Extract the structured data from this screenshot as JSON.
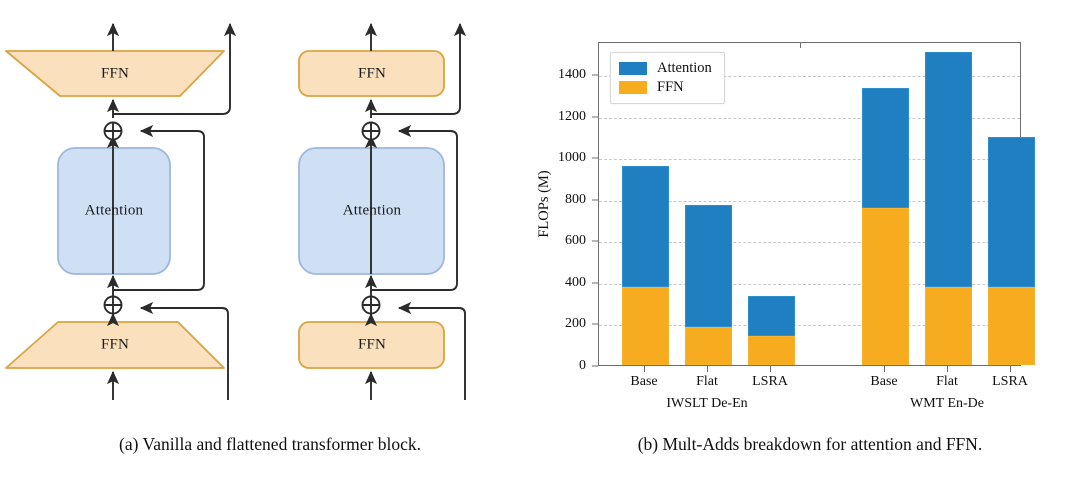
{
  "figure": {
    "caption_a": "(a) Vanilla and flattened transformer block.",
    "caption_b": "(b) Mult-Adds breakdown for attention and FFN."
  },
  "diagram": {
    "vanilla": {
      "name": "Vanilla transformer block",
      "top_ffn_label": "FFN",
      "attention_label": "Attention",
      "bottom_ffn_label": "FFN",
      "add_symbol": "⊕"
    },
    "flattened": {
      "name": "Flattened transformer block",
      "top_ffn_label": "FFN",
      "attention_label": "Attention",
      "bottom_ffn_label": "FFN",
      "add_symbol": "⊕"
    },
    "colors": {
      "ffn_fill": "#fbe0bd",
      "ffn_stroke": "#d9a441",
      "attention_fill": "#cfe0f5",
      "attention_stroke": "#9bb8dd",
      "arrow": "#2b2b2b"
    }
  },
  "chart_data": {
    "type": "bar",
    "subtype": "stacked",
    "title": "",
    "xlabel": "",
    "ylabel": "FLOPs (M)",
    "ylim": [
      0,
      1560
    ],
    "yticks": [
      0,
      200,
      400,
      600,
      800,
      1000,
      1200,
      1400
    ],
    "ytick_labels": [
      "0",
      "200",
      "400",
      "600",
      "800",
      "1000",
      "1200",
      "1400"
    ],
    "grid": true,
    "grid_axis": "y",
    "legend": {
      "position": "upper left",
      "entries": [
        {
          "name": "Attention",
          "color": "#1f7fc0"
        },
        {
          "name": "FFN",
          "color": "#f7ac20"
        }
      ]
    },
    "groups": [
      {
        "name": "IWSLT De-En",
        "categories": [
          "Base",
          "Flat",
          "LSRA"
        ]
      },
      {
        "name": "WMT En-De",
        "categories": [
          "Base",
          "Flat",
          "LSRA"
        ]
      }
    ],
    "categories": [
      "Base",
      "Flat",
      "LSRA",
      "Base",
      "Flat",
      "LSRA"
    ],
    "series": [
      {
        "name": "FFN",
        "values": [
          375,
          185,
          140,
          755,
          375,
          375
        ]
      },
      {
        "name": "Attention",
        "values": [
          585,
          585,
          190,
          580,
          1130,
          725
        ]
      }
    ],
    "totals": [
      960,
      770,
      330,
      1335,
      1505,
      1100
    ],
    "bars": [
      {
        "group": "IWSLT De-En",
        "category": "Base",
        "ffn": 375,
        "attention": 585,
        "total": 960
      },
      {
        "group": "IWSLT De-En",
        "category": "Flat",
        "ffn": 185,
        "attention": 585,
        "total": 770
      },
      {
        "group": "IWSLT De-En",
        "category": "LSRA",
        "ffn": 140,
        "attention": 190,
        "total": 330
      },
      {
        "group": "WMT En-De",
        "category": "Base",
        "ffn": 755,
        "attention": 580,
        "total": 1335
      },
      {
        "group": "WMT En-De",
        "category": "Flat",
        "ffn": 375,
        "attention": 1130,
        "total": 1505
      },
      {
        "group": "WMT En-De",
        "category": "LSRA",
        "ffn": 375,
        "attention": 725,
        "total": 1100
      }
    ]
  }
}
